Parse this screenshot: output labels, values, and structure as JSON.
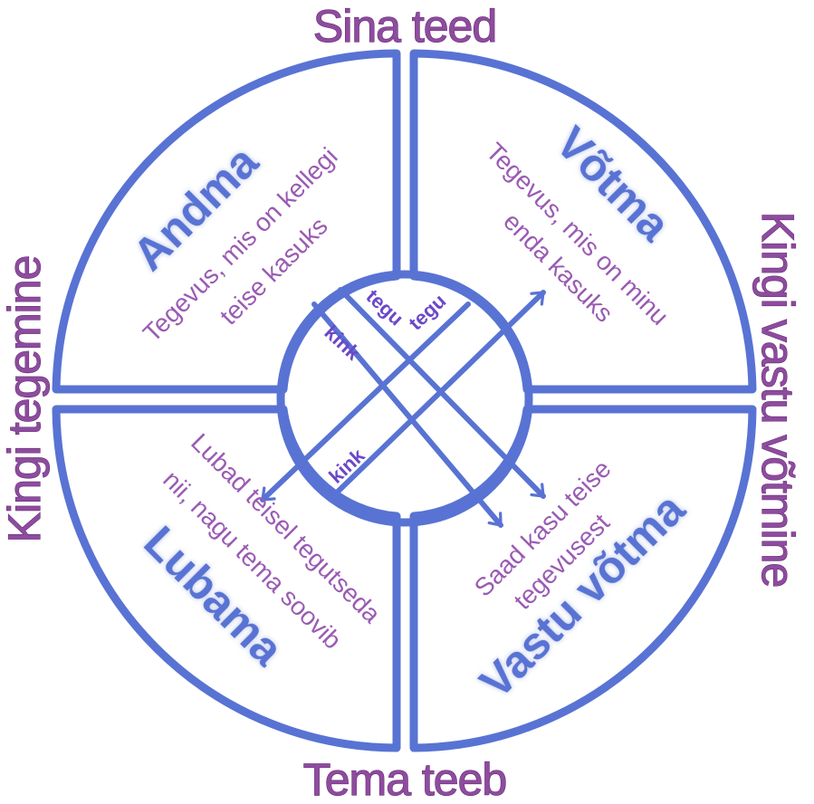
{
  "colors": {
    "structure": "#5873d3",
    "outer_text": "#8e4c9e",
    "description_text": "#9a5bb3",
    "tag_text": "#6b48c8"
  },
  "axes": {
    "top": "Sina teed",
    "bottom": "Tema teeb",
    "left": "Kingi tegemine",
    "right": "Kingi vastu võtmine"
  },
  "quadrants": {
    "top_left": {
      "title": "Andma",
      "desc_line1": "Tegevus, mis on kellegi",
      "desc_line2": "teise kasuks"
    },
    "top_right": {
      "title": "Võtma",
      "desc_line1": "Tegevus, mis on minu",
      "desc_line2": "enda kasuks"
    },
    "bottom_left": {
      "title": "Lubama",
      "desc_line1": "Lubad teisel tegutseda",
      "desc_line2": "nii, nagu tema soovib"
    },
    "bottom_right": {
      "title": "Vastu võtma",
      "desc_line1": "Saad kasu teise",
      "desc_line2": "tegevusest"
    }
  },
  "center_tags": {
    "tegu_left": "tegu",
    "tegu_right": "tegu",
    "kink_upper": "kink",
    "kink_lower": "kink"
  }
}
